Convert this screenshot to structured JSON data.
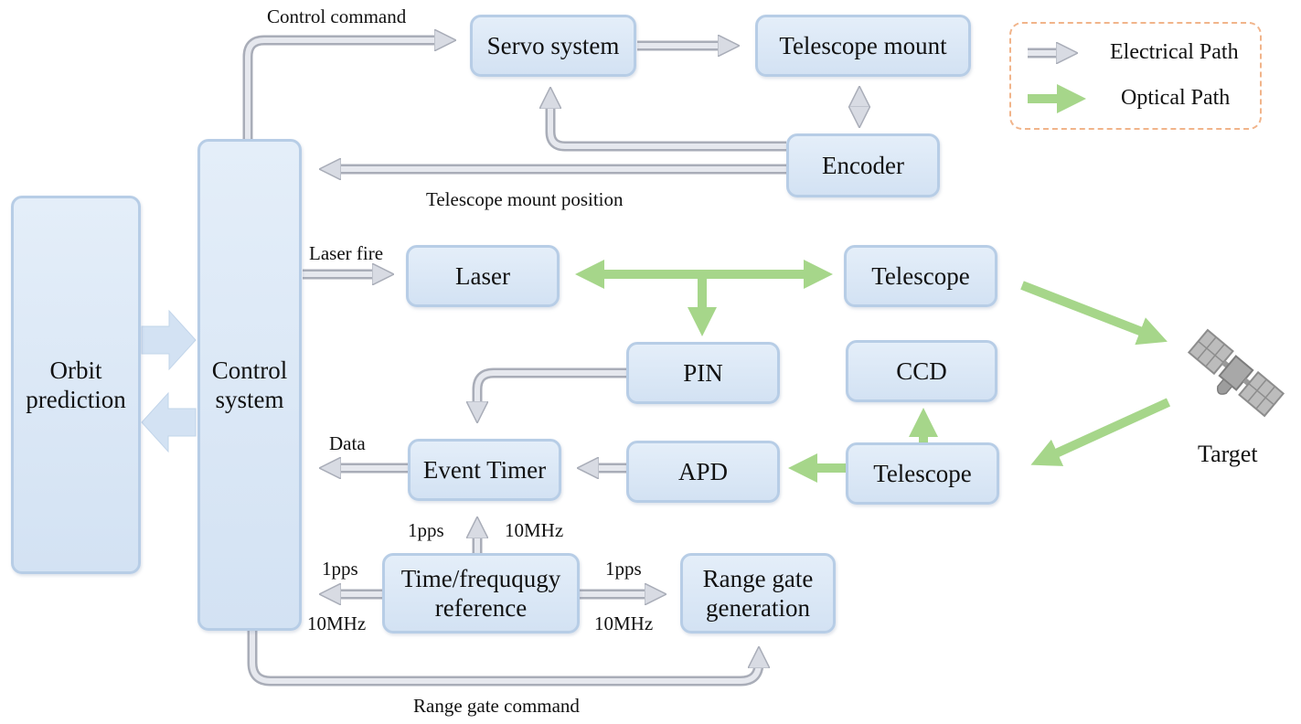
{
  "legend": {
    "electrical": "Electrical Path",
    "optical": "Optical Path",
    "colors": {
      "electrical_fill": "#e6e8ee",
      "electrical_stroke": "#a9adb8",
      "optical_fill": "#a6d68a"
    }
  },
  "nodes": {
    "orbit_prediction": "Orbit\nprediction",
    "control_system": "Control\nsystem",
    "servo_system": "Servo system",
    "telescope_mount": "Telescope mount",
    "encoder": "Encoder",
    "laser": "Laser",
    "telescope_tx": "Telescope",
    "pin": "PIN",
    "ccd": "CCD",
    "event_timer": "Event Timer",
    "apd": "APD",
    "telescope_rx": "Telescope",
    "time_freq_ref": "Time/freququgy\nreference",
    "range_gate_gen": "Range gate\ngeneration",
    "target": "Target"
  },
  "labels": {
    "control_command": "Control command",
    "mount_position": "Telescope mount position",
    "laser_fire": "Laser fire",
    "data": "Data",
    "pps_left": "1pps",
    "mhz_left": "10MHz",
    "pps_up": "1pps",
    "mhz_up": "10MHz",
    "pps_right": "1pps",
    "mhz_right": "10MHz",
    "range_gate_command": "Range gate command"
  }
}
